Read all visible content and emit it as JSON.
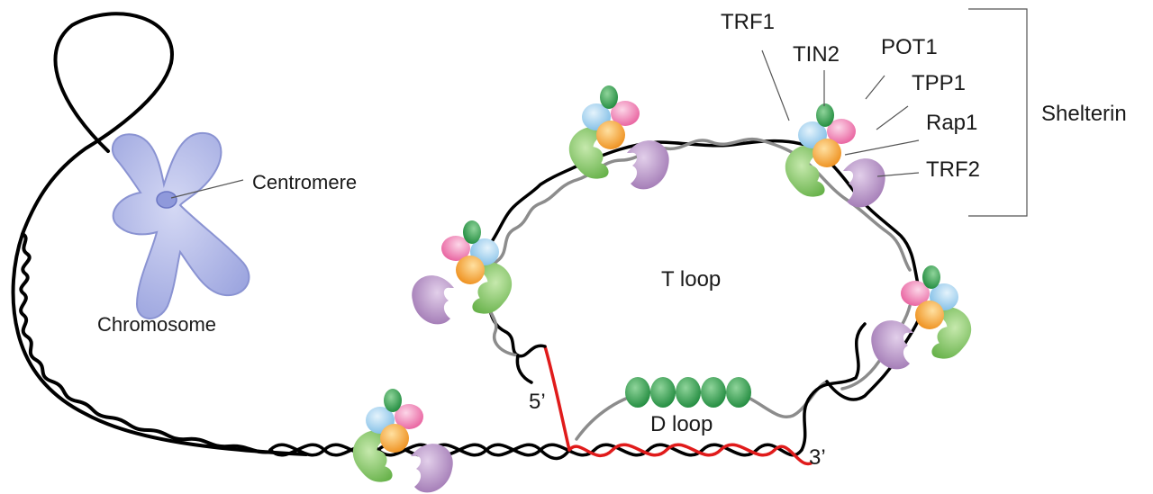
{
  "labels": {
    "centromere": "Centromere",
    "chromosome": "Chromosome",
    "t_loop": "T loop",
    "d_loop": "D loop",
    "five_prime": "5’",
    "three_prime": "3’",
    "shelterin": "Shelterin"
  },
  "components": {
    "trf1": "TRF1",
    "tin2": "TIN2",
    "pot1": "POT1",
    "tpp1": "TPP1",
    "rap1": "Rap1",
    "trf2": "TRF2"
  },
  "colors": {
    "dna_strand": "#000000",
    "dna_strand_gray": "#8c8c8c",
    "g_strand_overhang": "#e01b1b",
    "chromosome": "#b8bfe8",
    "trf1": "#7dc25a",
    "trf2": "#b48dc3",
    "tin2": "#f4a43a",
    "pot1": "#2f9e4f",
    "tpp1": "#ec8bb8",
    "rap1": "#9fd0ef"
  }
}
